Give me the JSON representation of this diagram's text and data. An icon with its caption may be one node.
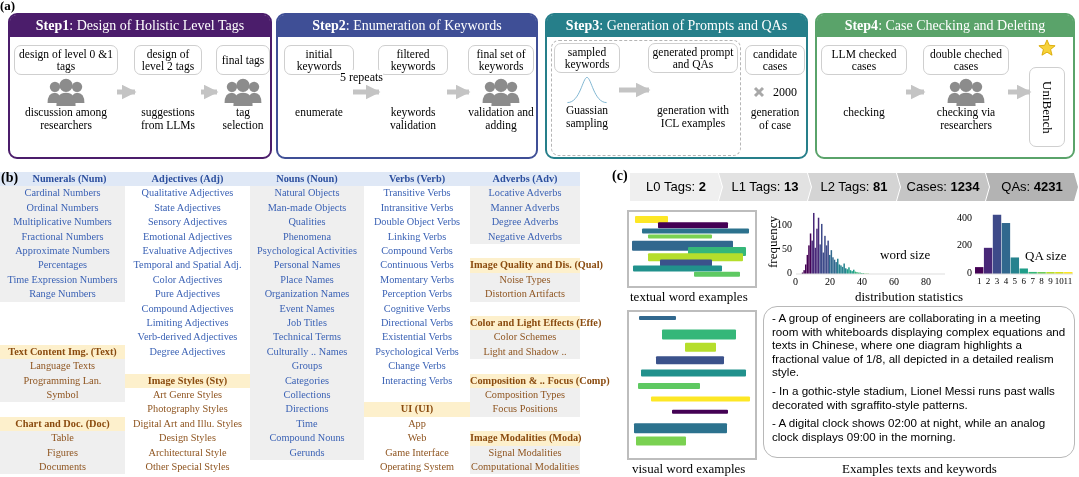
{
  "diagram": {
    "nodes": [
      {
        "text": [
          "**Step1**: Design of Holistic Level Tags"
        ]
      },
      {
        "text": [
          "design of level 0 &1 tags",
          "discussion among researchers"
        ],
        "in": 0
      },
      {
        "text": [
          "design of level 2 tags",
          "suggestions from LLMs"
        ],
        "in": 0
      },
      {
        "text": [
          "final tags",
          "tag selection"
        ],
        "in": 0
      },
      {
        "text": [
          "**Step2**: Enumeration of Keywords"
        ]
      },
      {
        "text": [
          "initial keywords",
          "enumerate"
        ],
        "in": 4
      },
      {
        "text": [
          "filtered keywords",
          "keywords validation"
        ],
        "in": 4
      },
      {
        "text": [
          "final set of keywords",
          "validation and adding"
        ],
        "in": 4
      },
      {
        "text": [
          "**Step3**: Generation of Prompts and QAs"
        ]
      },
      {
        "text": [],
        "shape": "box",
        "in": 8
      },
      {
        "text": [
          "sampled keywords",
          "Guassian sampling"
        ],
        "in": 9
      },
      {
        "text": [
          "generated prompt and QAs",
          "generation with ICL examples"
        ],
        "in": 9
      },
      {
        "text": [
          "candidate cases",
          "generation of case"
        ],
        "beside": [
          "2000"
        ],
        "in": 8
      },
      {
        "text": [
          "**Step4**: Case Checking and Deleting"
        ]
      },
      {
        "text": [
          "LLM checked cases",
          "checking"
        ],
        "in": 13
      },
      {
        "text": [
          "double cheched cases",
          "checking via researchers"
        ],
        "in": 13
      },
      {
        "text": [
          "UniBench"
        ],
        "in": 13
      },
      {
        "text": [
          "L0 Tags: **2**"
        ]
      },
      {
        "text": [
          "L1 Tags: **13**"
        ]
      },
      {
        "text": [
          "L2 Tags: **81**"
        ]
      },
      {
        "text": [
          "Cases: **1234**"
        ]
      },
      {
        "text": [
          "QAs: **4231**"
        ]
      },
      {
        "text": [
          "- A group of engineers are collaborating in a meeting room with whiteboards displaying complex equations and texts in Chinese, where one diagram highlights a fractional value of 1/8, all depicted in a detailed realism style.",
          "- In a gothic-style stadium, Lionel Messi runs past walls decorated with sgraffito-style patterns.",
          "- A digital clock shows 02:00 at night, while an analog clock displays 09:00 in the morning."
        ]
      }
    ],
    "edges": [
      {
        "from": 1,
        "to": 2,
        "arrow": "to"
      },
      {
        "from": 2,
        "to": 3,
        "arrow": "to"
      },
      {
        "from": 5,
        "to": 6,
        "arrow": "to",
        "label": "5 repeats"
      },
      {
        "from": 6,
        "to": 7,
        "arrow": "to"
      },
      {
        "from": 10,
        "to": 11,
        "arrow": "to"
      },
      {
        "from": 14,
        "to": 15,
        "arrow": "to"
      },
      {
        "from": 15,
        "to": 16,
        "arrow": "to"
      }
    ],
    "labels": [
      "(a)",
      "(b)",
      "Numerals (Num)",
      "Cardinal Numbers",
      "Ordinal Numbers",
      "Multiplicative Numbers",
      "Fractional Numbers",
      "Approximate Numbers",
      "Percentages",
      "Time Expression Numbers",
      "Range Numbers",
      "Text Content Img. (Text)",
      "Language Texts",
      "Programming Lan.",
      "Symbol",
      "Chart and Doc. (Doc)",
      "Table",
      "Figures",
      "Documents",
      "Adjectives (Adj)",
      "Qualitative Adjectives",
      "State Adjectives",
      "Sensory Adjectives",
      "Emotional Adjectives",
      "Evaluative Adjectives",
      "Temporal and Spatial Adj.",
      "Color Adjectives",
      "Pure Adjectives",
      "Compound Adjectives",
      "Limiting Adjectives",
      "Verb-derived Adjectives",
      "Degree Adjectives",
      "Image Styles (Sty)",
      "Art Genre Styles",
      "Photography Styles",
      "Digital Art and Illu. Styles",
      "Design Styles",
      "Architectural Style",
      "Other Special Styles",
      "Nouns (Noun)",
      "Natural Objects",
      "Man-made Objects",
      "Qualities",
      "Phenomena",
      "Psychological Activities",
      "Personal Names",
      "Place Names",
      "Organization Names",
      "Event Names",
      "Job Titles",
      "Technical Terms",
      "Culturally .. Names",
      "Groups",
      "Categories",
      "Collections",
      "Directions",
      "Time",
      "Compound Nouns",
      "Gerunds",
      "Verbs (Verb)",
      "Transitive Verbs",
      "Intransitive Verbs",
      "Double Object Verbs",
      "Linking Verbs",
      "Compound Verbs",
      "Continuous Verbs",
      "Momentary Verbs",
      "Perception Verbs",
      "Cognitive Verbs",
      "Directional Verbs",
      "Existential Verbs",
      "Psychological Verbs",
      "Change Verbs",
      "Interacting Verbs",
      "UI (UI)",
      "App",
      "Web",
      "Game Interface",
      "Operating System",
      "Adverbs (Adv)",
      "Locative Adverbs",
      "Manner Adverbs",
      "Degree Adverbs",
      "Negative Adverbs",
      "Image Quality and Dis. (Qual)",
      "Noise Types",
      "Distortion Artifacts",
      "Color and Light Effects (Effe)",
      "Color Schemes",
      "Light and Shadow ..",
      "Composition & .. Focus (Comp)",
      "Composition Types",
      "Focus Positions",
      "Image Modalities (Moda)",
      "Signal Modalities",
      "Computational Modalities",
      "(c)",
      "textual word examples",
      "visual word examples",
      "frequency",
      "100",
      "50",
      "0",
      "0",
      "20",
      "40",
      "60",
      "80",
      "word size",
      "distribution statistics",
      "Examples texts and keywords"
    ],
    "chart_data": {
      "type": "bar",
      "xlabel": "QA size",
      "x": [
        1,
        2,
        3,
        4,
        5,
        6,
        7,
        8,
        9,
        10,
        11
      ],
      "values": [
        50,
        190,
        430,
        370,
        120,
        40,
        15,
        8,
        4,
        2,
        2
      ],
      "xticks": [
        1,
        2,
        3,
        4,
        5,
        6,
        7,
        8,
        9,
        10,
        11
      ],
      "yticks": [
        0,
        200,
        400
      ],
      "xlim": [
        0.5,
        11.5
      ],
      "ylim": [
        0,
        450
      ]
    }
  }
}
